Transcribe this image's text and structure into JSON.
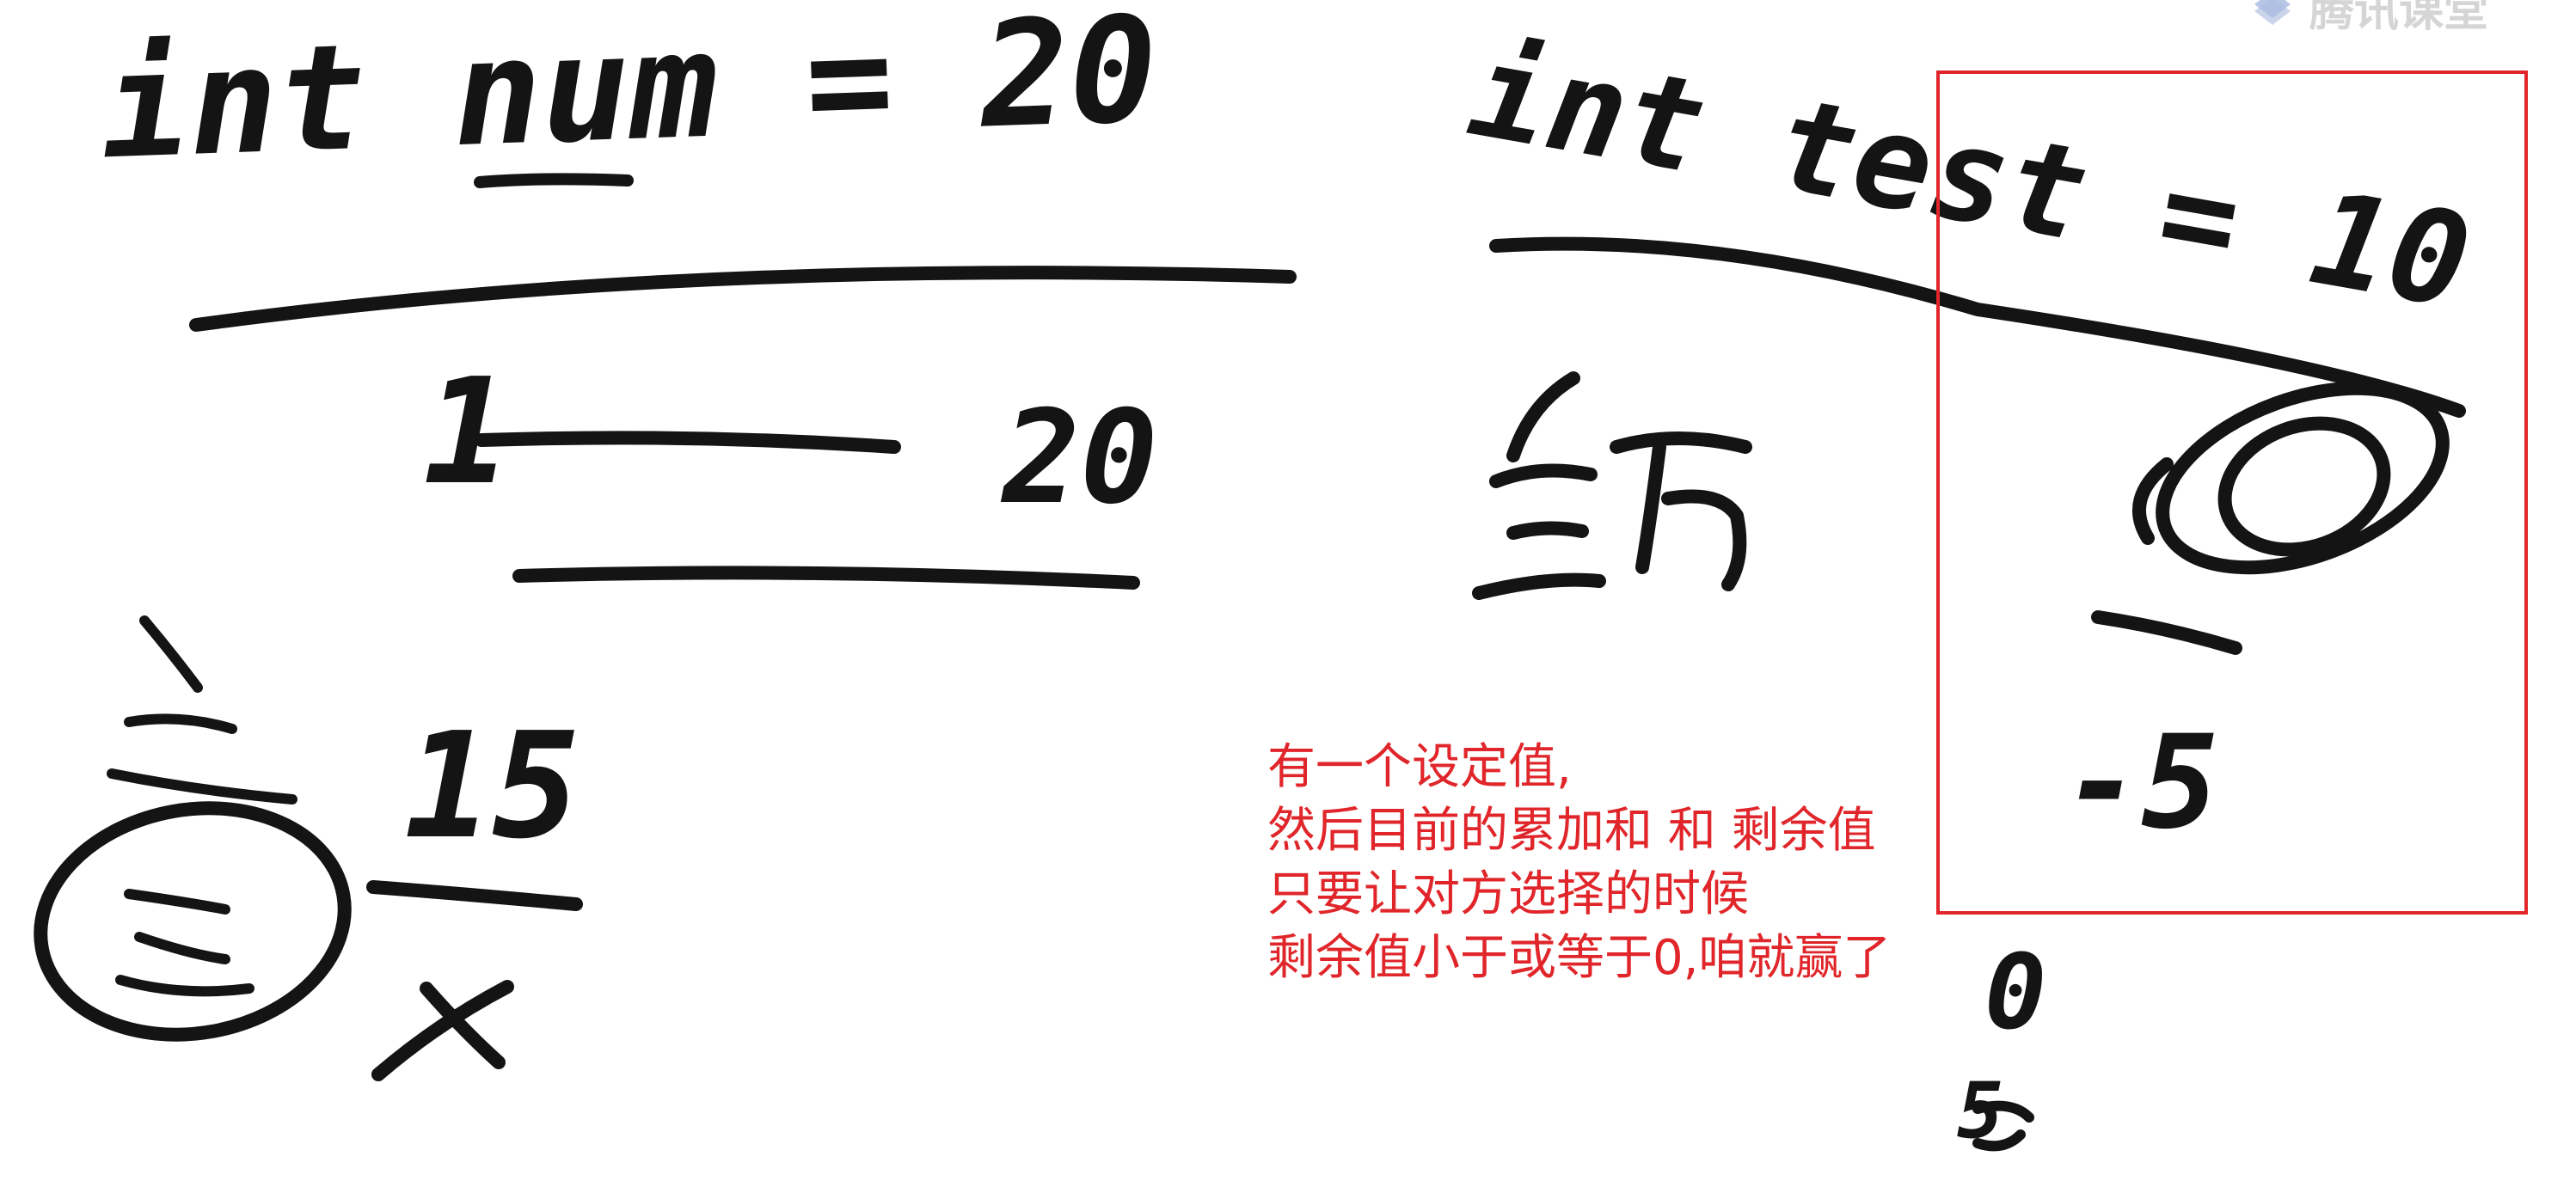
{
  "whiteboard": {
    "code_line_1": "int num = 20",
    "code_line_2": "int test = 10",
    "range_start": "1",
    "range_end": "20",
    "left_number": "15",
    "right_value_1": "-5",
    "right_value_2": "0",
    "right_value_3": "5"
  },
  "annotation": {
    "color": "#e0262a",
    "lines": [
      "有一个设定值,",
      "然后目前的累加和 和 剩余值",
      "只要让对方选择的时候",
      "剩余值小于或等于0,咱就赢了"
    ]
  },
  "highlight_box": {
    "color": "#e0262a"
  },
  "watermark": {
    "text": "腾讯课堂",
    "icon": "cloud-logo-icon"
  }
}
